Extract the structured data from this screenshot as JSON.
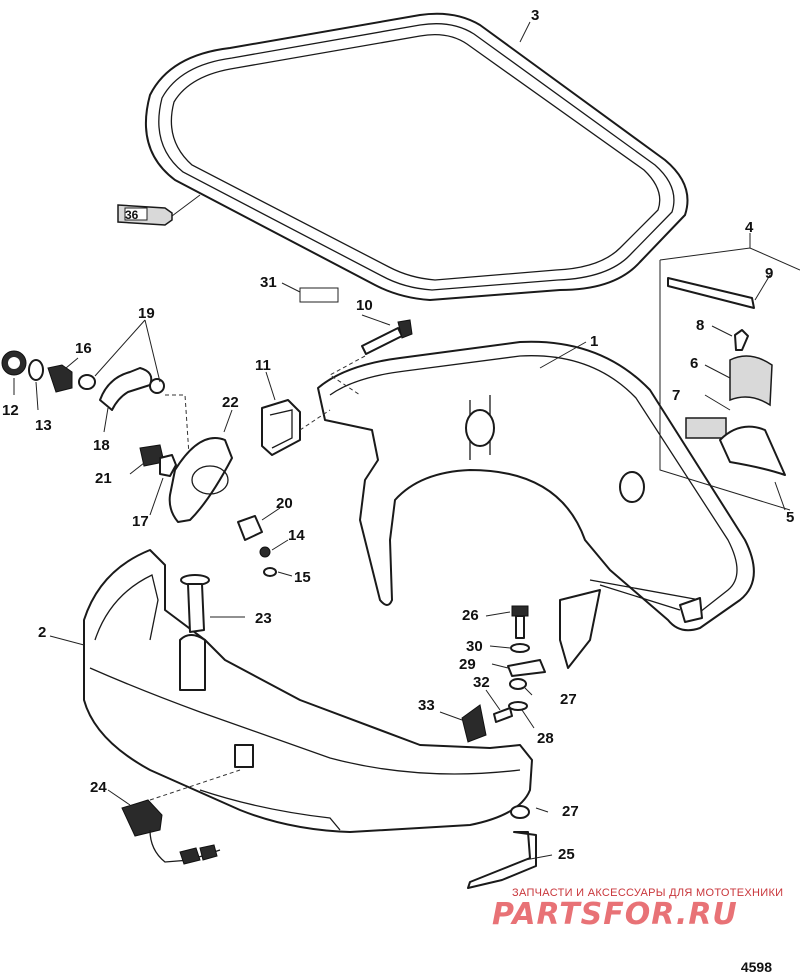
{
  "figure_number": "4598",
  "watermark": {
    "tagline": "ЗАПЧАСТИ И АКСЕССУАРЫ ДЛЯ МОТОТЕХНИКИ",
    "logo_text": "PARTSFOR.RU"
  },
  "callouts": [
    "1",
    "2",
    "3",
    "4",
    "5",
    "6",
    "7",
    "8",
    "9",
    "10",
    "11",
    "12",
    "13",
    "14",
    "15",
    "16",
    "17",
    "18",
    "19",
    "20",
    "21",
    "22",
    "23",
    "24",
    "25",
    "26",
    "27",
    "27",
    "28",
    "29",
    "30",
    "31",
    "32",
    "33",
    "36"
  ],
  "colors": {
    "line": "#1a1a1a",
    "shade": "#d9d9d9",
    "watermark": "#e55a5f"
  }
}
